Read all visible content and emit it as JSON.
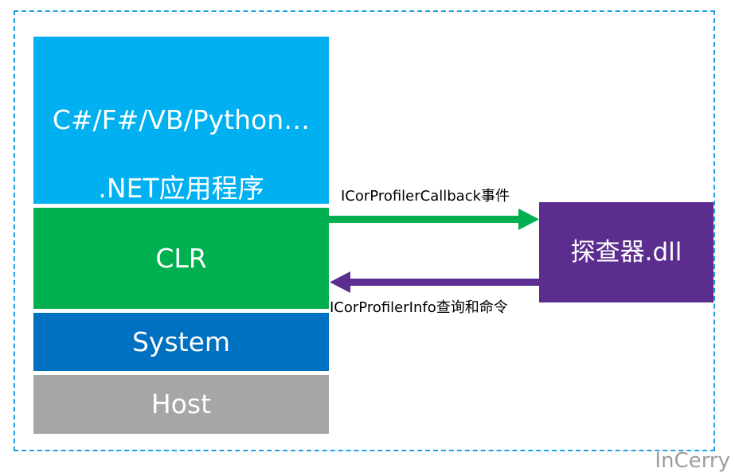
{
  "app_block": {
    "line1": "C#/F#/VB/Python…",
    "line2": ".NET应用程序"
  },
  "clr_block": {
    "label": "CLR"
  },
  "system_block": {
    "label": "System"
  },
  "host_block": {
    "label": "Host"
  },
  "probe_block": {
    "label": "探查器.dll"
  },
  "arrows": {
    "callback_label": "ICorProfilerCallback事件",
    "info_label": "ICorProfilerInfo查询和命令"
  },
  "watermark": {
    "text": "InCerry"
  },
  "colors": {
    "app": "#00b0f0",
    "clr": "#00b050",
    "system": "#0070c0",
    "host": "#a6a6a6",
    "probe": "#5b2d8e",
    "callback_arrow": "#00b050",
    "info_arrow": "#5b2d8e",
    "frame": "#1ca3dd"
  }
}
